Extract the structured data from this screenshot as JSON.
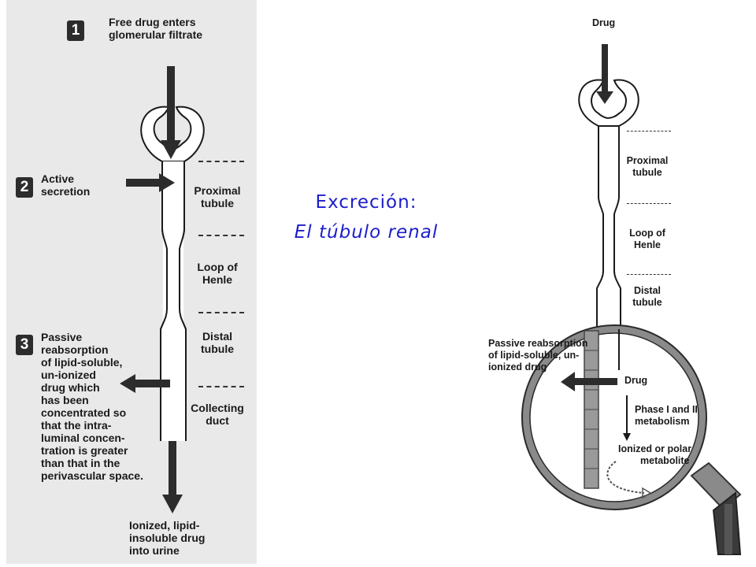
{
  "title": {
    "line1": "Excreción:",
    "line2": "El túbulo renal"
  },
  "left_panel": {
    "steps": [
      {
        "number": "1",
        "lines": [
          "Free drug enters",
          "glomerular filtrate"
        ]
      },
      {
        "number": "2",
        "lines": [
          "Active",
          "secretion"
        ]
      },
      {
        "number": "3",
        "lines": [
          "Passive",
          "reabsorption",
          "of lipid-soluble,",
          "un-ionized",
          "drug which",
          "has been",
          "concentrated so",
          "that the intra-",
          "luminal concen-",
          "tration is greater",
          "than that in the",
          "perivascular space."
        ]
      }
    ],
    "segments": [
      {
        "lines": [
          "Proximal",
          "tubule"
        ]
      },
      {
        "lines": [
          "Loop of",
          "Henle"
        ]
      },
      {
        "lines": [
          "Distal",
          "tubule"
        ]
      },
      {
        "lines": [
          "Collecting",
          "duct"
        ]
      }
    ],
    "outflow_lines": [
      "Ionized, lipid-",
      "insoluble drug",
      "into urine"
    ]
  },
  "right_panel": {
    "drug_label": "Drug",
    "segments": [
      {
        "lines": [
          "Proximal",
          "tubule"
        ]
      },
      {
        "lines": [
          "Loop of",
          "Henle"
        ]
      },
      {
        "lines": [
          "Distal",
          "tubule"
        ]
      }
    ],
    "reabsorption_lines": [
      "Passive reabsorption",
      "of lipid-soluble, un-",
      "ionized drug"
    ],
    "magnifier": {
      "drug_label": "Drug",
      "metabolism_lines": [
        "Phase I and II",
        "metabolism"
      ],
      "metabolite_lines": [
        "Ionized or polar",
        "metabolite"
      ]
    }
  },
  "icons": [
    "down-arrow-icon",
    "right-arrow-icon",
    "left-arrow-icon",
    "magnifying-glass-icon"
  ],
  "colors": {
    "title": "#1d1dcc",
    "panel_background": "#e9e9e9",
    "ink": "#1a1a1a",
    "tube_fill": "#ffffff"
  }
}
